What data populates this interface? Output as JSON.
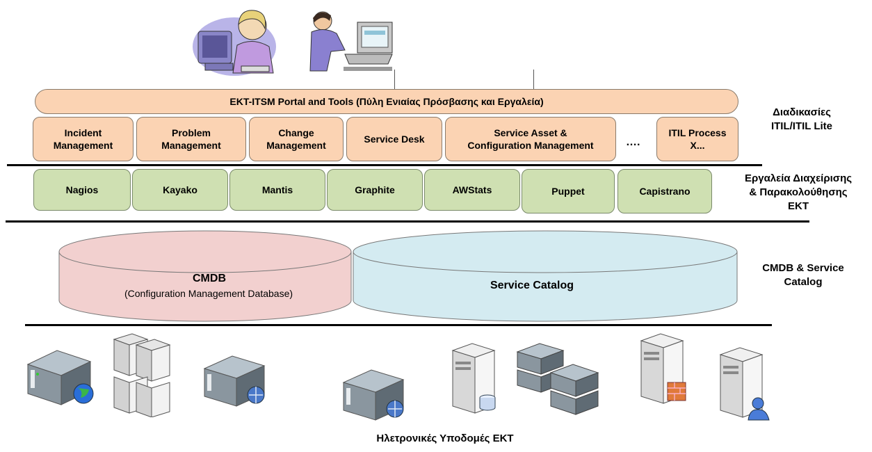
{
  "portal": {
    "title": "EKT-ITSM Portal and Tools (Πύλη Ενιαίας Πρόσβασης και Εργαλεία)"
  },
  "processes": [
    {
      "line1": "Incident",
      "line2": "Management"
    },
    {
      "line1": "Problem",
      "line2": "Management"
    },
    {
      "line1": "Change",
      "line2": "Management"
    },
    {
      "line1": "Service Desk",
      "line2": ""
    },
    {
      "line1": "Service Asset &",
      "line2": "Configuration Management"
    },
    {
      "line1": "ITIL Process",
      "line2": "X..."
    }
  ],
  "ellipsis": "….",
  "tools": [
    "Nagios",
    "Kayako",
    "Mantis",
    "Graphite",
    "AWStats",
    "Puppet",
    "Capistrano"
  ],
  "databases": {
    "cmdb": {
      "title": "CMDB",
      "subtitle": "(Configuration Management Database)"
    },
    "catalog": {
      "title": "Service Catalog"
    }
  },
  "side_labels": {
    "itil": {
      "line1": "Διαδικασίες",
      "line2": "ITIL/ITIL Lite"
    },
    "tools": {
      "line1": "Εργαλεία Διαχείρισης",
      "line2": "& Παρακολούθησης",
      "line3": "ΕΚΤ"
    },
    "cmdb": {
      "line1": "CMDB & Service",
      "line2": "Catalog"
    }
  },
  "footer": "Ηλετρονικές Υποδομές ΕΚΤ",
  "colors": {
    "process_fill": "#fbd3b3",
    "tool_fill": "#cfe0b2",
    "cmdb_fill": "#f2d0cf",
    "catalog_fill": "#d4ebf1"
  },
  "icons": [
    "helpdesk-operator-icon",
    "user-at-computer-icon",
    "server-globe-icon",
    "server-cluster-icon",
    "server-globe-icon",
    "server-globe-icon",
    "server-database-icon",
    "server-rack-icon",
    "server-firewall-icon",
    "server-user-icon"
  ]
}
